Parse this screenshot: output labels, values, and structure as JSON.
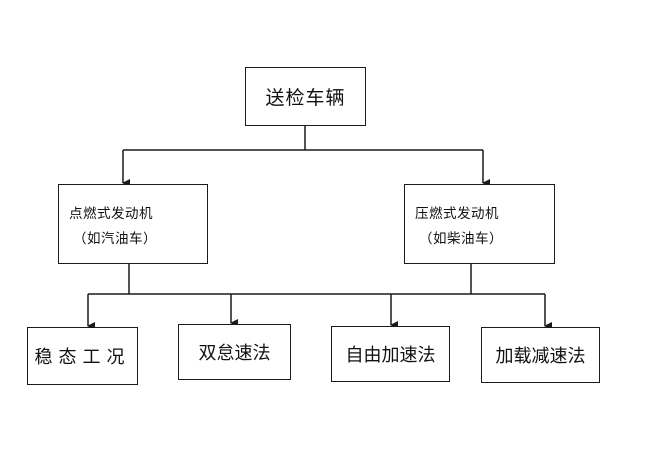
{
  "root": {
    "label": "送检车辆"
  },
  "engines": [
    {
      "name": "点燃式发动机",
      "example": "（如汽油车）"
    },
    {
      "name": "压燃式发动机",
      "example": "（如柴油车）"
    }
  ],
  "methods": [
    {
      "label": "稳态工况"
    },
    {
      "label": "双怠速法"
    },
    {
      "label": "自由加速法"
    },
    {
      "label": "加载减速法"
    }
  ]
}
